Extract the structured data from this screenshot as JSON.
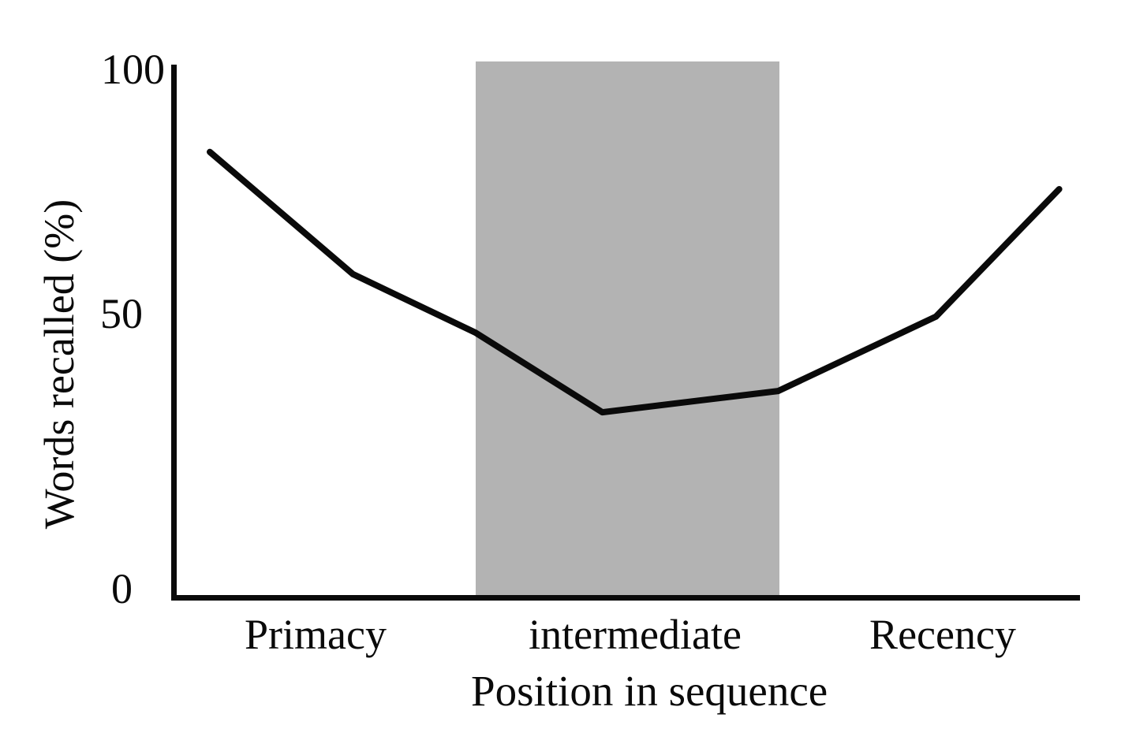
{
  "figure": {
    "y_axis": {
      "label": "Words recalled (%)",
      "ticks": [
        "100",
        "50",
        "0"
      ]
    },
    "x_axis": {
      "label": "Position in sequence",
      "categories": [
        "Primacy",
        "intermediate",
        "Recency"
      ]
    }
  },
  "colors": {
    "line": "#0a0a0a",
    "shaded_band": "#b3b3b3",
    "background": "#ffffff"
  },
  "chart_data": {
    "type": "line",
    "title": "",
    "xlabel": "Position in sequence",
    "ylabel": "Words recalled (%)",
    "ylim": [
      0,
      100
    ],
    "yticks": [
      0,
      50,
      100
    ],
    "x_categories": [
      "Primacy",
      "intermediate",
      "Recency"
    ],
    "grid": false,
    "legend": false,
    "series": [
      {
        "name": "words-recalled-percent",
        "points": [
          {
            "x": 0.04,
            "y": 84
          },
          {
            "x": 0.198,
            "y": 61
          },
          {
            "x": 0.333,
            "y": 50
          },
          {
            "x": 0.473,
            "y": 35
          },
          {
            "x": 0.667,
            "y": 39
          },
          {
            "x": 0.841,
            "y": 53
          },
          {
            "x": 0.977,
            "y": 77
          }
        ]
      }
    ],
    "shaded_region": {
      "label": "intermediate",
      "x_start": 0.333,
      "x_end": 0.668,
      "color": "#b3b3b3"
    }
  }
}
